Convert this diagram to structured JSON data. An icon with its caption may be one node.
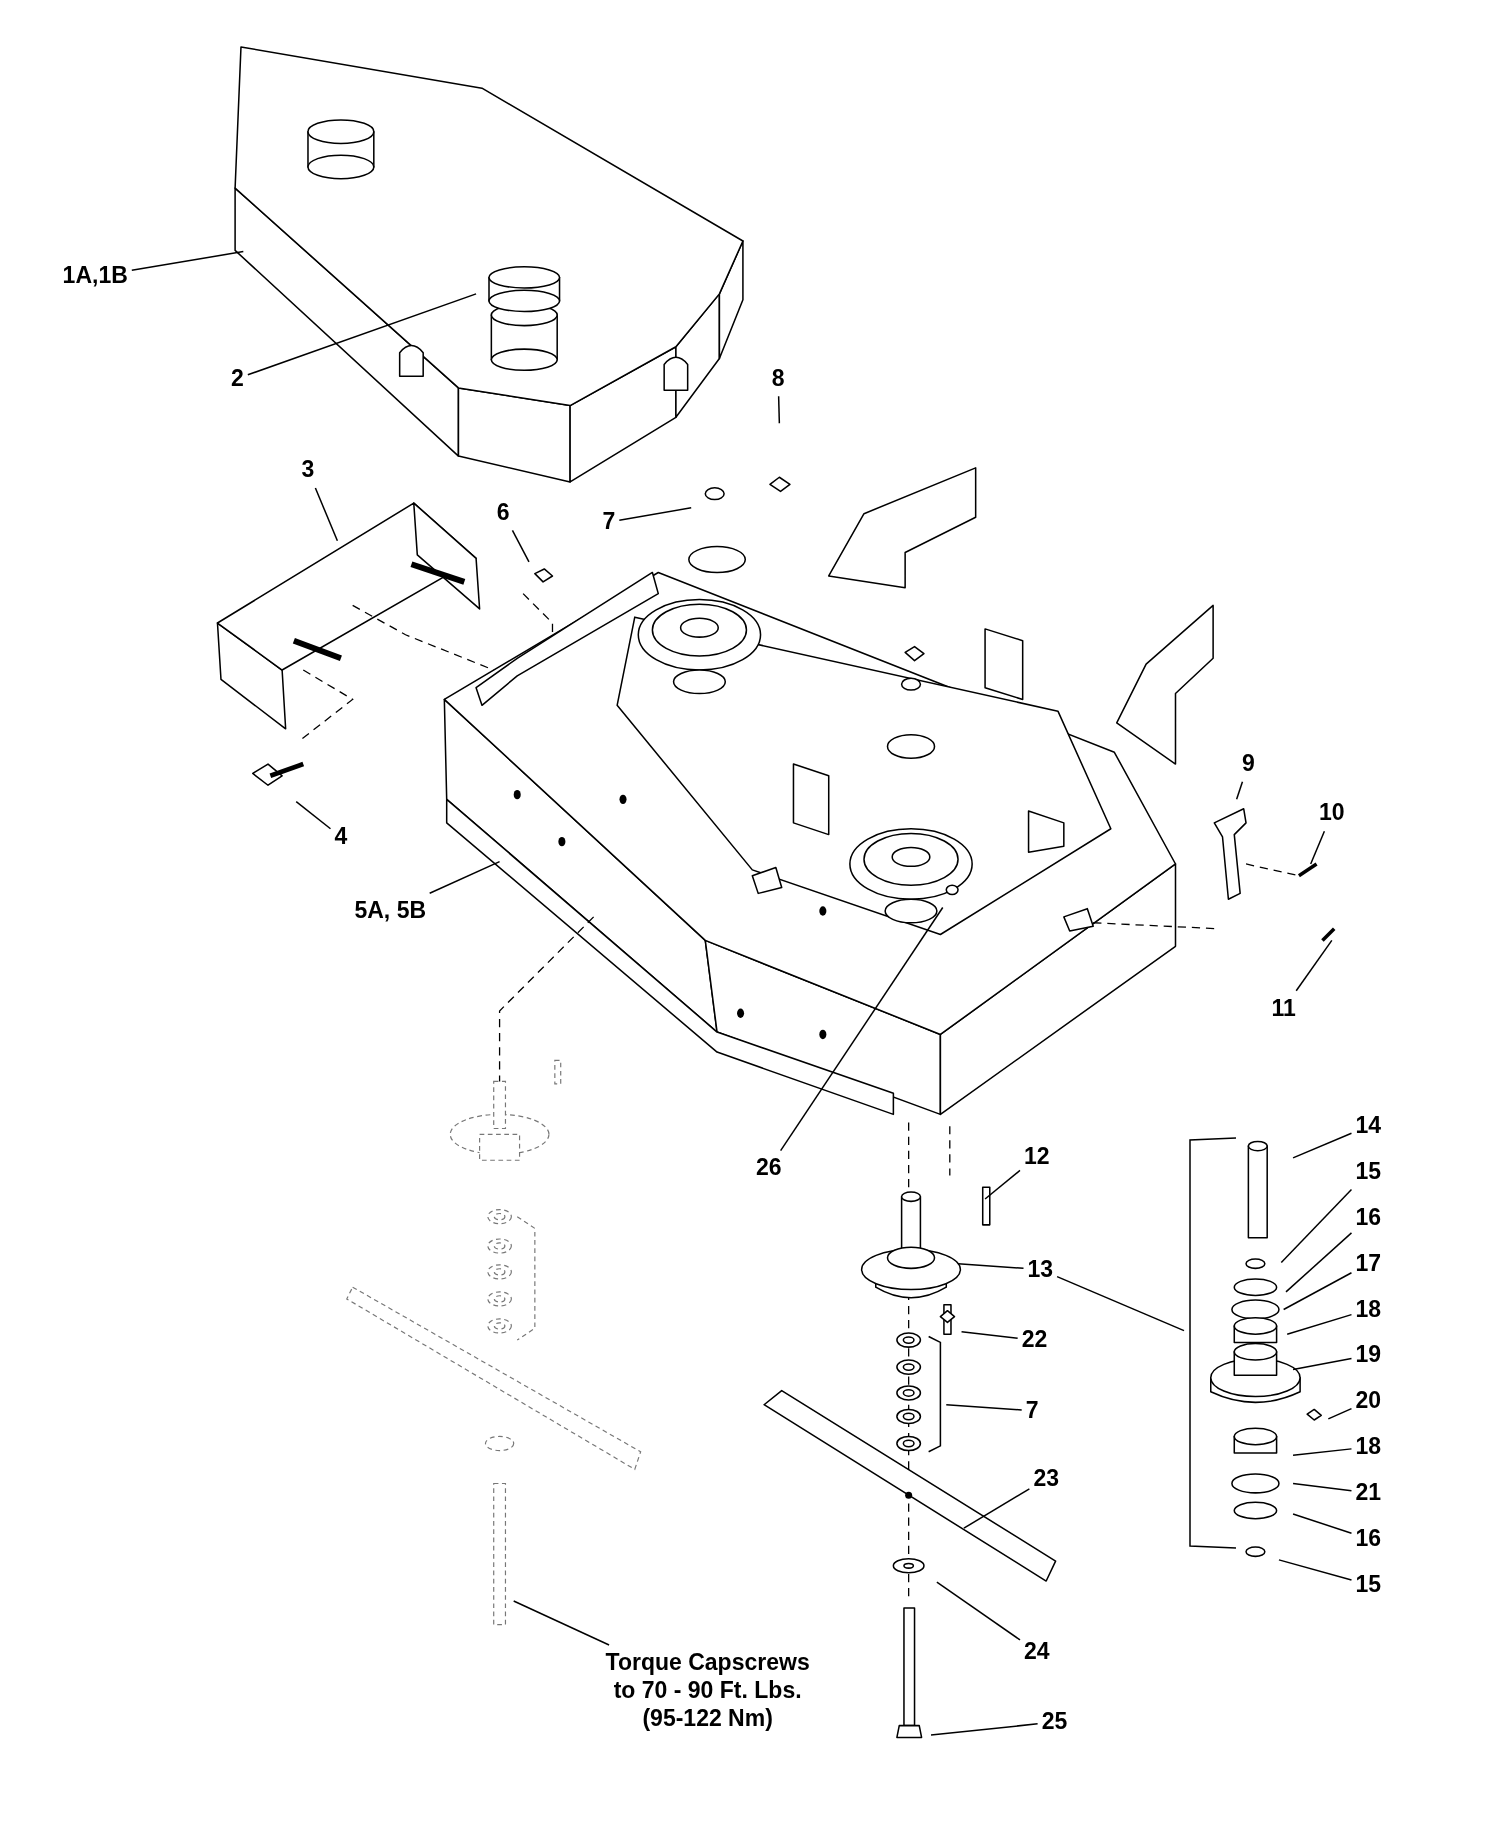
{
  "diagram": {
    "nodes": [
      {
        "text": [
          "1A,1B"
        ]
      },
      {
        "text": [
          "2"
        ]
      },
      {
        "text": [
          "8"
        ]
      },
      {
        "text": [
          "3"
        ]
      },
      {
        "text": [
          "6"
        ]
      },
      {
        "text": [
          "7"
        ]
      },
      {
        "text": [
          "9"
        ]
      },
      {
        "text": [
          "10"
        ]
      },
      {
        "text": [
          "4"
        ]
      },
      {
        "text": [
          "5A, 5B"
        ]
      },
      {
        "text": [
          "11"
        ]
      },
      {
        "text": [
          "14"
        ]
      },
      {
        "text": [
          "12"
        ]
      },
      {
        "text": [
          "26"
        ]
      },
      {
        "text": [
          "15"
        ]
      },
      {
        "text": [
          "16"
        ]
      },
      {
        "text": [
          "17"
        ]
      },
      {
        "text": [
          "13"
        ]
      },
      {
        "text": [
          "18"
        ]
      },
      {
        "text": [
          "22"
        ]
      },
      {
        "text": [
          "19"
        ]
      },
      {
        "text": [
          "7"
        ]
      },
      {
        "text": [
          "20"
        ]
      },
      {
        "text": [
          "18"
        ]
      },
      {
        "text": [
          "23"
        ]
      },
      {
        "text": [
          "21"
        ]
      },
      {
        "text": [
          "16"
        ]
      },
      {
        "text": [
          "15"
        ]
      },
      {
        "text": [
          "24"
        ]
      },
      {
        "text": [
          "Torque Capscrews to 70 - 90 Ft. Lbs. (95-122 Nm)"
        ]
      },
      {
        "text": [
          "25"
        ]
      },
      {
        "text": [],
        "shape": "bar"
      }
    ],
    "edges": [
      {
        "from": 0,
        "to": null,
        "arrow": "none"
      },
      {
        "from": 1,
        "to": null,
        "arrow": "none"
      },
      {
        "from": 2,
        "to": null,
        "arrow": "none"
      },
      {
        "from": 3,
        "to": null,
        "arrow": "none"
      },
      {
        "from": 4,
        "to": null,
        "arrow": "none"
      },
      {
        "from": 5,
        "to": null,
        "arrow": "none"
      },
      {
        "from": 6,
        "to": null,
        "arrow": "none"
      },
      {
        "from": 7,
        "to": null,
        "arrow": "none"
      },
      {
        "from": 8,
        "to": null,
        "arrow": "none"
      },
      {
        "from": 9,
        "to": null,
        "arrow": "none"
      },
      {
        "from": 10,
        "to": null,
        "arrow": "none"
      },
      {
        "from": 11,
        "to": null,
        "arrow": "none"
      },
      {
        "from": 12,
        "to": null,
        "arrow": "none"
      },
      {
        "from": 13,
        "to": null,
        "arrow": "none"
      },
      {
        "from": 14,
        "to": null,
        "arrow": "none"
      },
      {
        "from": 15,
        "to": null,
        "arrow": "none"
      },
      {
        "from": 16,
        "to": null,
        "arrow": "none"
      },
      {
        "from": 17,
        "to": null,
        "arrow": "none"
      },
      {
        "from": 17,
        "to": 31,
        "arrow": "none"
      },
      {
        "from": 18,
        "to": null,
        "arrow": "none"
      },
      {
        "from": 19,
        "to": null,
        "arrow": "none"
      },
      {
        "from": 20,
        "to": null,
        "arrow": "none"
      },
      {
        "from": 21,
        "to": null,
        "arrow": "none"
      },
      {
        "from": 22,
        "to": null,
        "arrow": "none"
      },
      {
        "from": 23,
        "to": null,
        "arrow": "none"
      },
      {
        "from": 24,
        "to": null,
        "arrow": "none"
      },
      {
        "from": 25,
        "to": null,
        "arrow": "none"
      },
      {
        "from": 26,
        "to": null,
        "arrow": "none"
      },
      {
        "from": 27,
        "to": null,
        "arrow": "none"
      },
      {
        "from": 28,
        "to": null,
        "arrow": "none"
      },
      {
        "from": 29,
        "to": null,
        "arrow": "none"
      },
      {
        "from": 30,
        "to": null,
        "arrow": "none"
      }
    ]
  }
}
